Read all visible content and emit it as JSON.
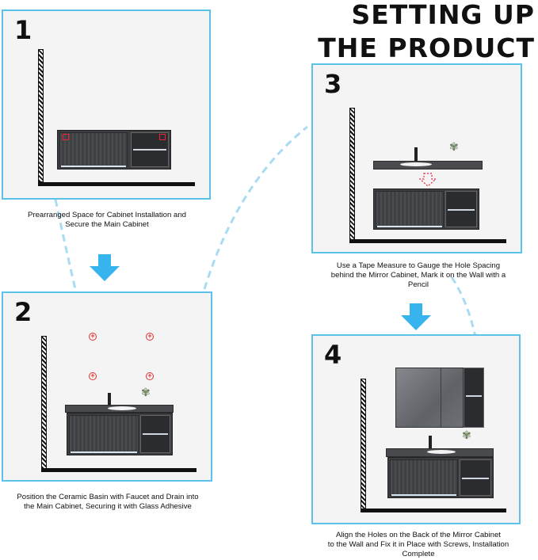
{
  "title": {
    "line1": "SETTING UP",
    "line2": "THE PRODUCT"
  },
  "steps": [
    {
      "number": "1",
      "caption_l1": "Prearranged Space for Cabinet Installation and",
      "caption_l2": "Secure the Main Cabinet",
      "caption_l3": ""
    },
    {
      "number": "2",
      "caption_l1": "Position the Ceramic Basin with Faucet and Drain into",
      "caption_l2": "the Main Cabinet, Securing it with Glass Adhesive",
      "caption_l3": ""
    },
    {
      "number": "3",
      "caption_l1": "Use a Tape Measure to Gauge the Hole Spacing",
      "caption_l2": "behind the Mirror Cabinet, Mark it on the Wall with a",
      "caption_l3": "Pencil"
    },
    {
      "number": "4",
      "caption_l1": "Align the Holes on the Back of the Mirror Cabinet",
      "caption_l2": "to the Wall and Fix it in Place with Screws, Installation",
      "caption_l3": "Complete"
    }
  ],
  "colors": {
    "panel_border": "#5bc3ea",
    "arrow": "#37b3ee",
    "dash": "#a9dcf3",
    "mark": "#dd3333"
  },
  "icons": {
    "marker": "crosshair-circle-icon",
    "arrow": "down-arrow-icon",
    "plant": "plant-icon"
  }
}
